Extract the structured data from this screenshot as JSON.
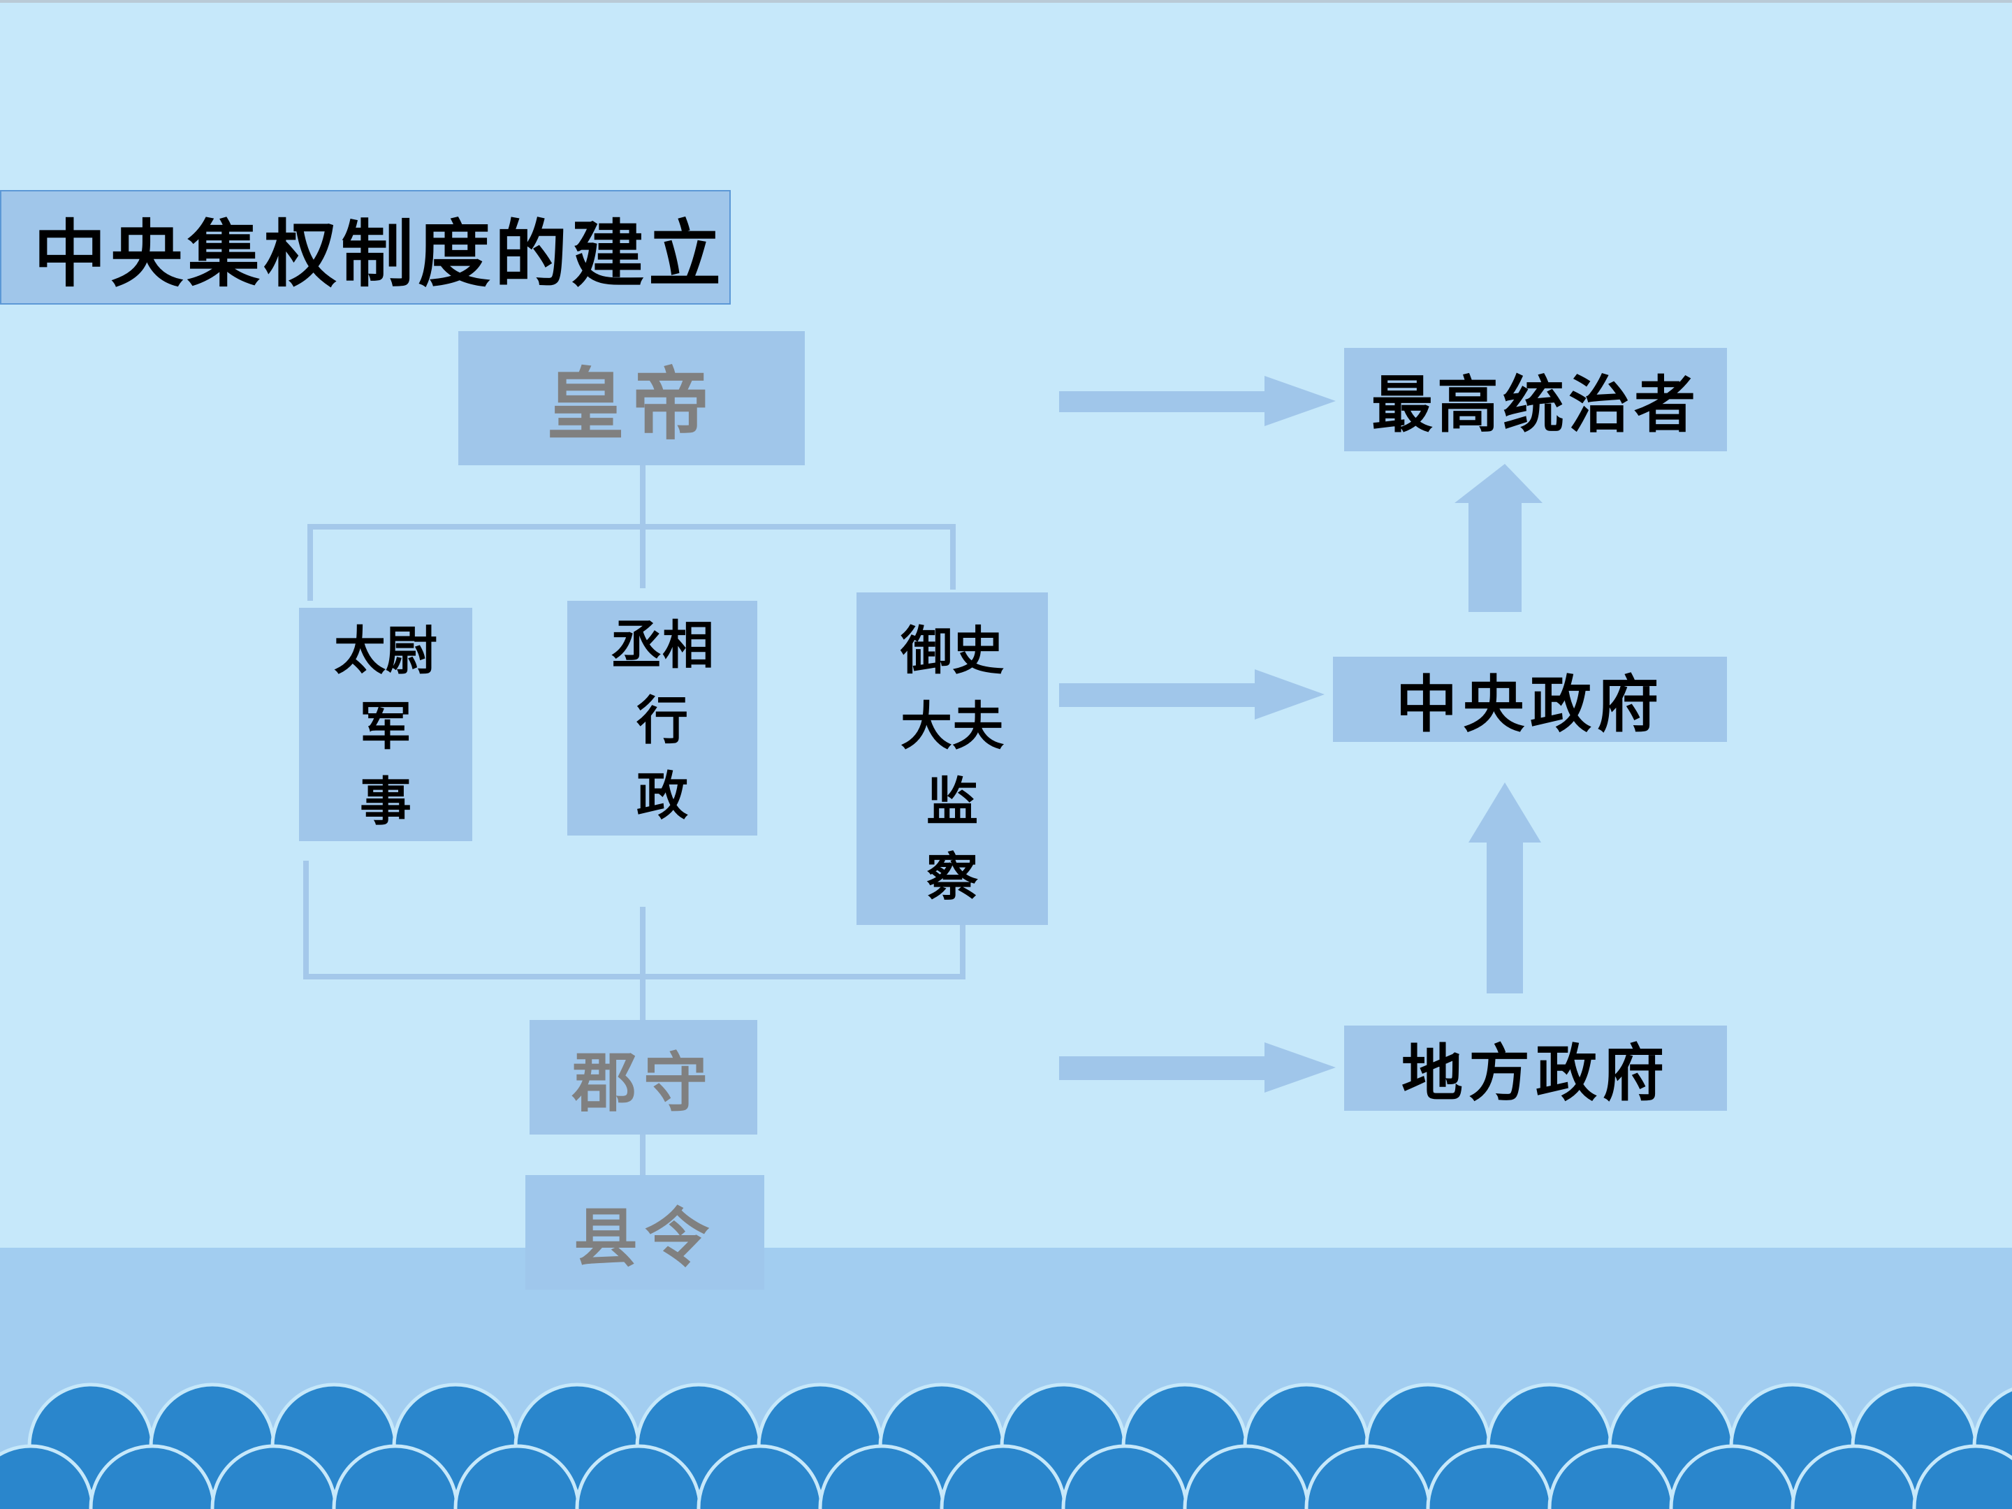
{
  "title": "中央集权制度的建立",
  "org_chart": {
    "emperor": "皇帝",
    "ministers": [
      {
        "lines": [
          "太尉",
          "军",
          "事"
        ]
      },
      {
        "lines": [
          "丞相",
          "行",
          "政"
        ]
      },
      {
        "lines": [
          "御史",
          "大夫",
          "监",
          "察"
        ]
      }
    ],
    "commandery": "郡守",
    "county": "县令"
  },
  "right_column": {
    "top": "最高统治者",
    "middle": "中央政府",
    "bottom": "地方政府"
  },
  "colors": {
    "background": "#c6e8fa",
    "box": "#a0c6ea",
    "arrow": "#a0c6ea",
    "wave": "#2a86cc",
    "gray_text": "#808080"
  }
}
